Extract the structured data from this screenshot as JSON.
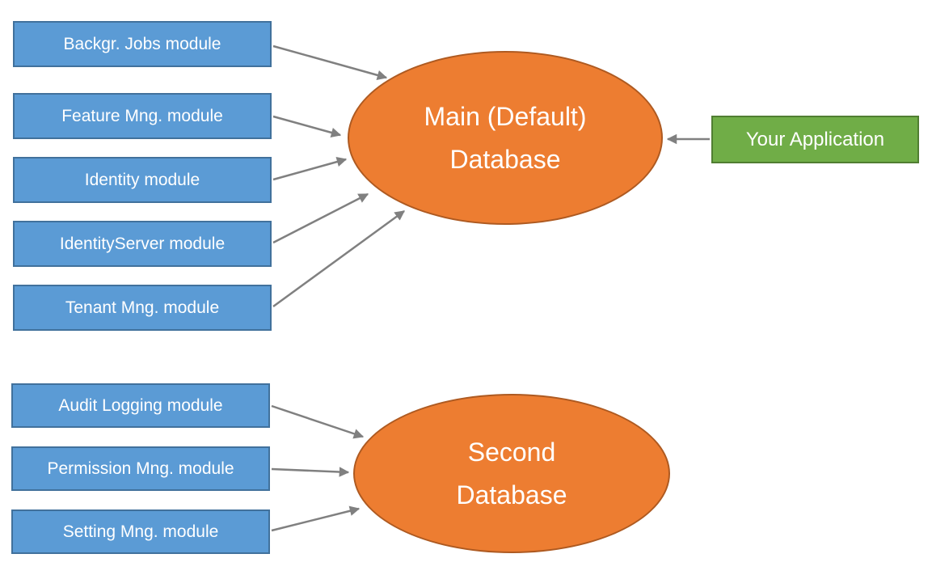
{
  "diagram": {
    "colors": {
      "module_fill": "#5b9bd5",
      "module_border": "#41719c",
      "database_fill": "#ed7d31",
      "database_border": "#ae5a21",
      "application_fill": "#70ad47",
      "application_border": "#507e32",
      "arrow": "#808080",
      "label_text": "#ffffff"
    },
    "main_group": {
      "modules": [
        {
          "label": "Backgr. Jobs module"
        },
        {
          "label": "Feature Mng. module"
        },
        {
          "label": "Identity module"
        },
        {
          "label": "IdentityServer module"
        },
        {
          "label": "Tenant Mng. module"
        }
      ],
      "database": {
        "line1": "Main (Default)",
        "line2": "Database"
      },
      "application": {
        "label": "Your Application"
      }
    },
    "second_group": {
      "modules": [
        {
          "label": "Audit Logging module"
        },
        {
          "label": "Permission Mng. module"
        },
        {
          "label": "Setting Mng. module"
        }
      ],
      "database": {
        "line1": "Second",
        "line2": "Database"
      }
    }
  }
}
